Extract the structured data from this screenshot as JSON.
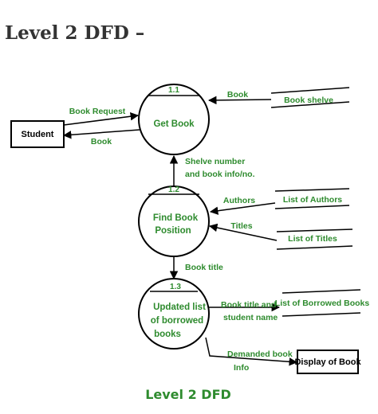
{
  "page_title": "Level 2 DFD –",
  "caption": "Level 2 DFD",
  "colors": {
    "text": "#2e8b2e",
    "line": "#000000",
    "heading": "#333333"
  },
  "entities": {
    "student": "Student",
    "display": "Display of Book"
  },
  "processes": {
    "p1": {
      "id": "1.1",
      "name": [
        "Get Book"
      ]
    },
    "p2": {
      "id": "1.2",
      "name": [
        "Find Book",
        "Position"
      ]
    },
    "p3": {
      "id": "1.3",
      "name": [
        "Updated list",
        "of borrowed",
        "books"
      ]
    }
  },
  "stores": {
    "book_shelve": "Book shelve",
    "list_of_authors": "List of Authors",
    "list_of_titles": "List of Titles",
    "list_of_borrowed_books": "List of Borrowed Books"
  },
  "flows": {
    "book_request": "Book Request",
    "book_to_student": "Book",
    "book_from_shelve": "Book",
    "shelve_number": [
      "Shelve number",
      "and book info/no."
    ],
    "authors": "Authors",
    "titles": "Titles",
    "book_title": "Book title",
    "book_title_and_student": [
      "Book title and",
      "student name"
    ],
    "demanded_book_info": [
      "Demanded book",
      "Info"
    ]
  }
}
